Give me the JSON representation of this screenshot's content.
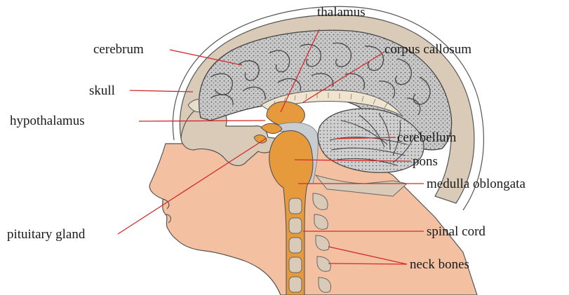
{
  "labels": {
    "thalamus": "thalamus",
    "cerebrum": "cerebrum",
    "corpus_callosum": "corpus callosum",
    "skull": "skull",
    "hypothalamus": "hypothalamus",
    "cerebellum": "cerebellum",
    "pons": "pons",
    "medulla_oblongata": "medulla oblongata",
    "pituitary_gland": "pituitary gland",
    "spinal_cord": "spinal cord",
    "neck_bones": "neck bones"
  },
  "colors": {
    "leader_line": "#d42a2a",
    "skin": "#f3c1a2",
    "bone": "#d9cbb8",
    "brain_grey": "#b9b9b9",
    "brainstem_orange": "#e69a3c",
    "csf_grey": "#c8cdd2",
    "text": "#1a1a1a"
  }
}
